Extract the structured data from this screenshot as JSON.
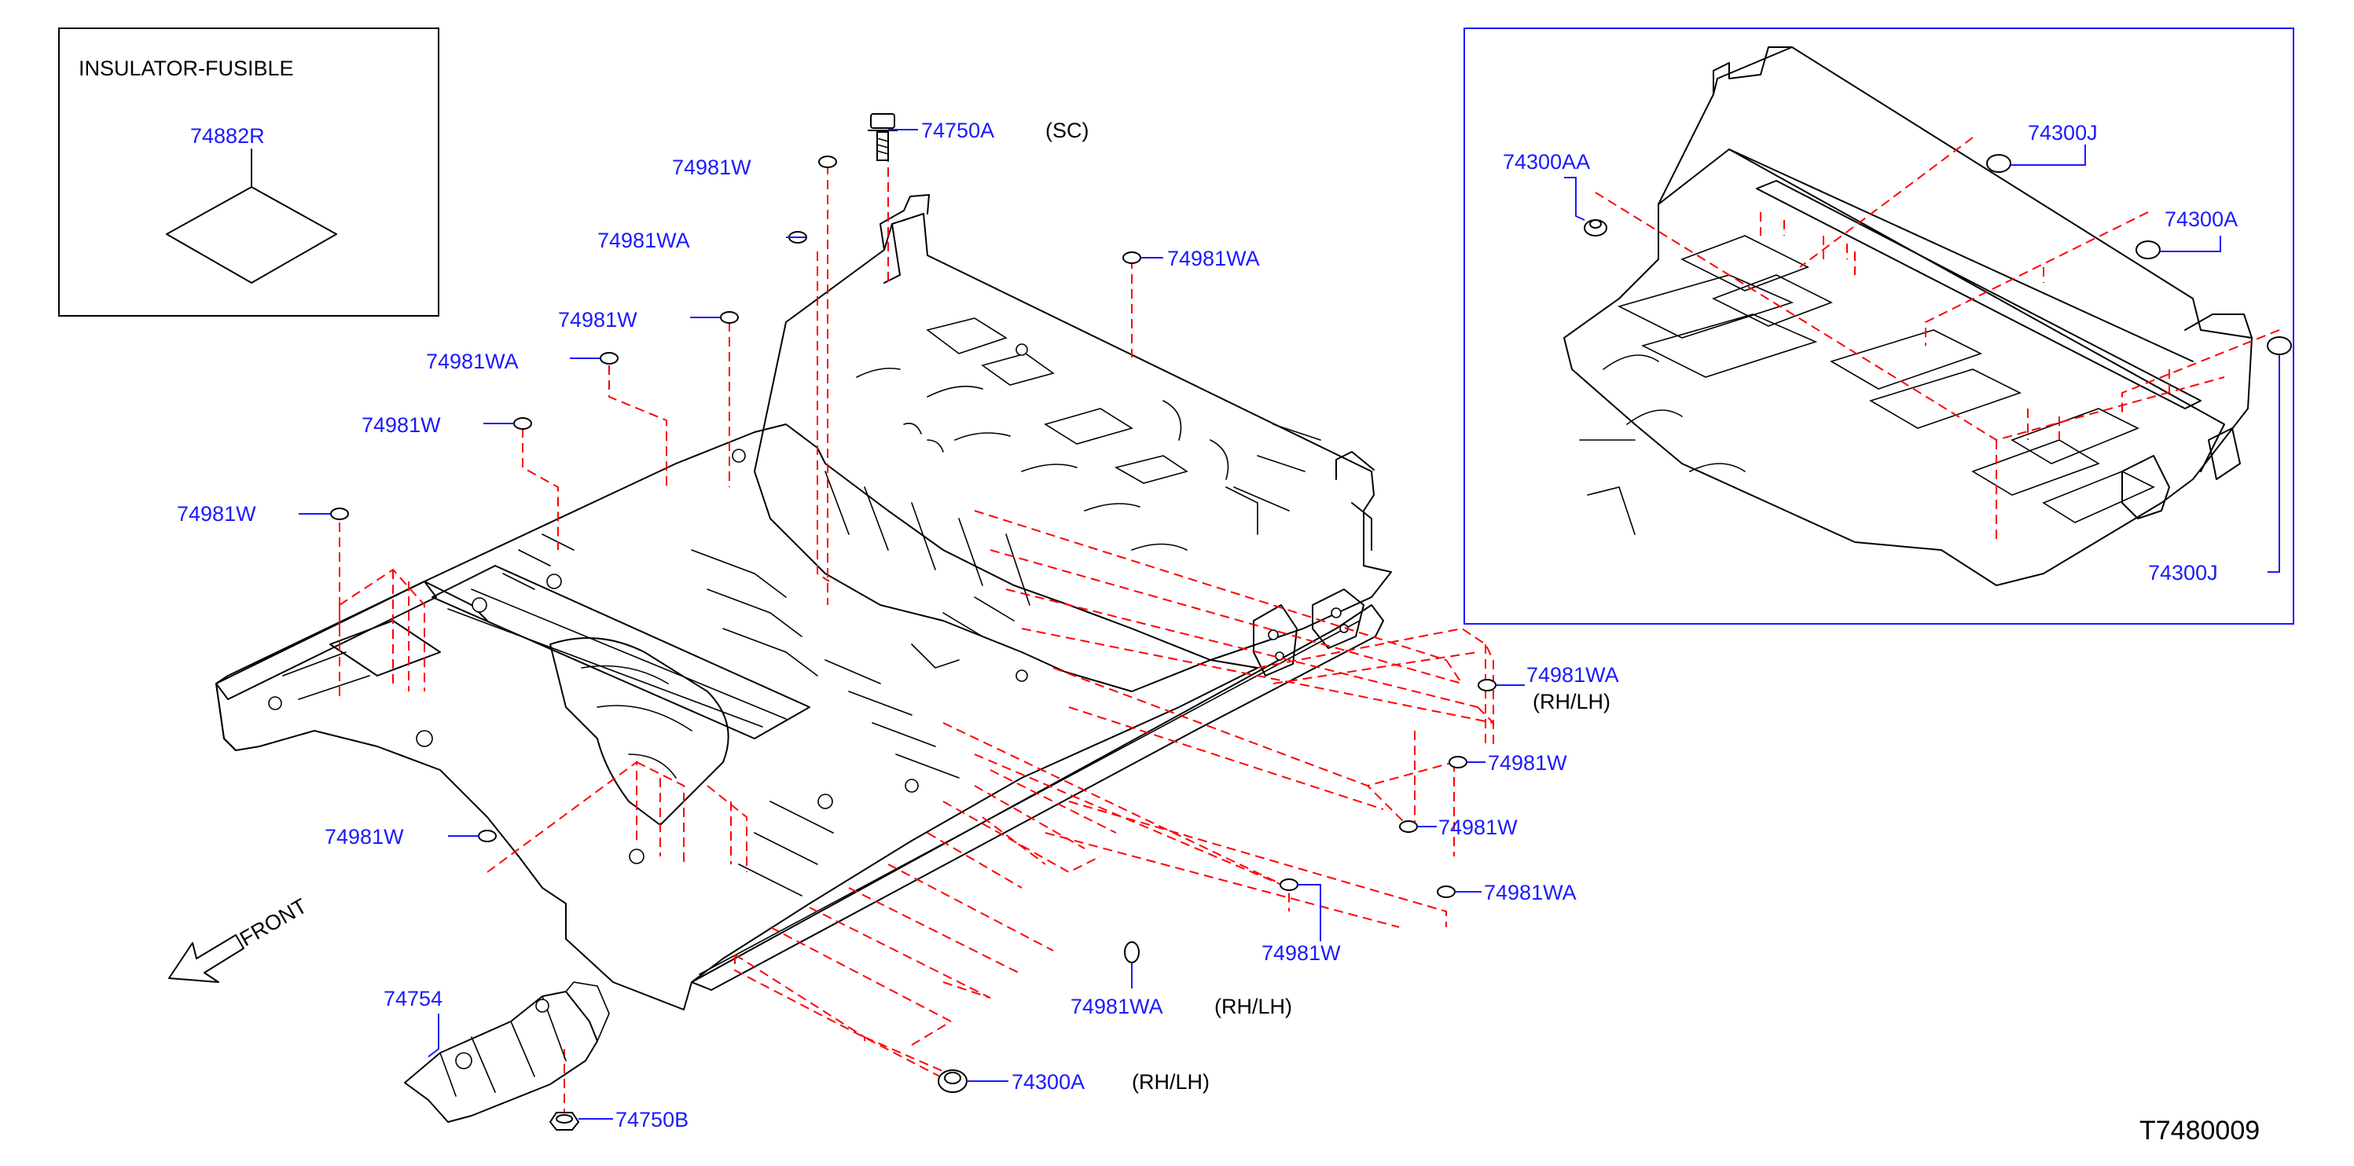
{
  "colors": {
    "part_number": "#1a1aff",
    "dashed_line": "#ff0000",
    "drawing": "#000000",
    "inset_frame": "#1a1aff"
  },
  "insulator_box": {
    "title": "INSULATOR-FUSIBLE",
    "part": "74882R"
  },
  "labels": {
    "l01": "74750A",
    "l02": "74981W",
    "l03": "74981WA",
    "l04": "74981WA",
    "l05": "74981W",
    "l06": "74981WA",
    "l07": "74981W",
    "l08": "74981W",
    "l09": "74981WA",
    "l10": "74981W",
    "l11": "74981W",
    "l12": "74981WA",
    "l13": "74981W",
    "l14": "74981WA",
    "l15": "74754",
    "l16": "74750B",
    "l17": "74300A",
    "l18": "74981W",
    "i01": "74300AA",
    "i02": "74300J",
    "i03": "74300A",
    "i04": "74300J"
  },
  "notes": {
    "sc": "(SC)",
    "rhlh_1": "(RH/LH)",
    "rhlh_2": "(RH/LH)",
    "rhlh_3": "(RH/LH)"
  },
  "direction": "FRONT",
  "drawing_code": "T7480009"
}
